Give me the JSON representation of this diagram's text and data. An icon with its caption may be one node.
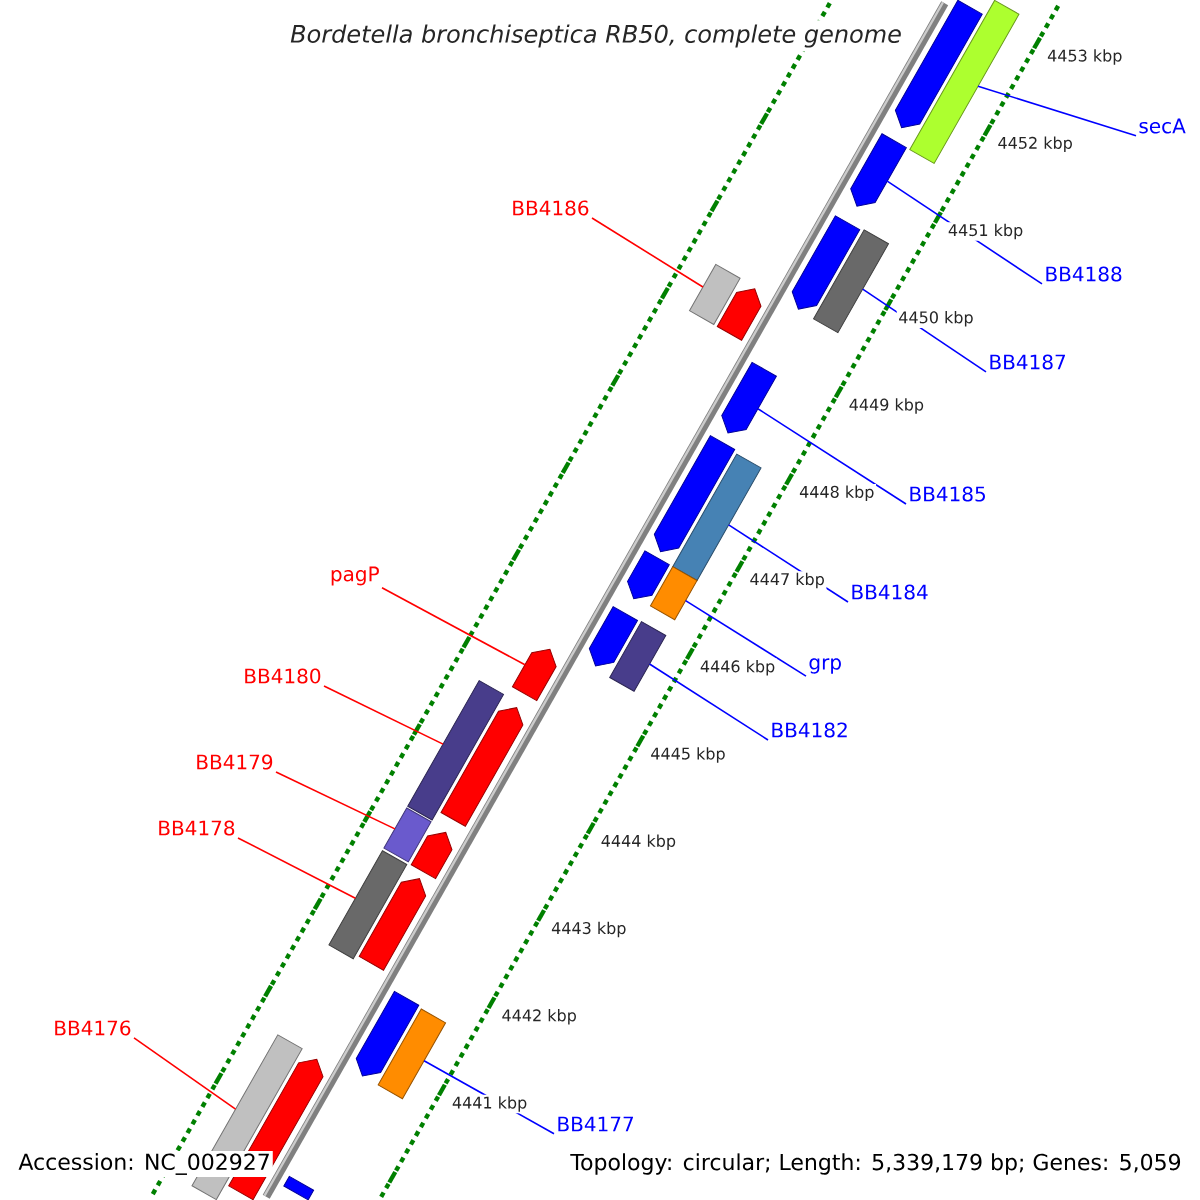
{
  "diagram": {
    "title": "Bordetella bronchiseptica RB50, complete genome",
    "nodes": [
      {
        "text": [
          "secA"
        ]
      },
      {
        "text": [
          "BB4186"
        ]
      },
      {
        "text": [
          "BB4188"
        ]
      },
      {
        "text": [
          "BB4187"
        ]
      },
      {
        "text": [
          "BB4185"
        ]
      },
      {
        "text": [
          "pagP"
        ]
      },
      {
        "text": [
          "BB4184"
        ]
      },
      {
        "text": [
          "grp"
        ]
      },
      {
        "text": [
          "BB4180"
        ]
      },
      {
        "text": [
          "BB4182"
        ]
      },
      {
        "text": [
          "BB4179"
        ]
      },
      {
        "text": [
          "BB4178"
        ]
      },
      {
        "text": [
          "BB4176"
        ]
      },
      {
        "text": [
          "BB4177"
        ]
      },
      {
        "text": [],
        "shape": "bar"
      },
      {
        "text": [],
        "shape": "bar"
      },
      {
        "text": [],
        "shape": "pentagon"
      },
      {
        "text": [],
        "shape": "bar"
      },
      {
        "text": [],
        "shape": "pentagon"
      },
      {
        "text": [],
        "shape": "pentagon"
      },
      {
        "text": [],
        "shape": "bar"
      },
      {
        "text": [],
        "shape": "bar"
      },
      {
        "text": [],
        "shape": "bar"
      },
      {
        "text": [],
        "shape": "bar"
      },
      {
        "text": [],
        "shape": "bar"
      },
      {
        "text": [],
        "shape": "bar"
      },
      {
        "text": [],
        "shape": "bar"
      },
      {
        "text": [],
        "shape": "bar"
      }
    ],
    "edges": [
      {
        "from": 0,
        "to": 14,
        "arrow": "none"
      },
      {
        "from": 1,
        "to": 15,
        "arrow": "none",
        "color": "#ff0000"
      },
      {
        "from": 2,
        "to": 16,
        "arrow": "none"
      },
      {
        "from": 3,
        "to": 17,
        "arrow": "none"
      },
      {
        "from": 4,
        "to": 18,
        "arrow": "none"
      },
      {
        "from": 5,
        "to": 19,
        "arrow": "none",
        "color": "#ff0000"
      },
      {
        "from": 6,
        "to": 20,
        "arrow": "none"
      },
      {
        "from": 7,
        "to": 21,
        "arrow": "none"
      },
      {
        "from": 8,
        "to": 22,
        "arrow": "none",
        "color": "#ff0000"
      },
      {
        "from": 9,
        "to": 23,
        "arrow": "none"
      },
      {
        "from": 10,
        "to": 24,
        "arrow": "none",
        "color": "#ff0000"
      },
      {
        "from": 11,
        "to": 25,
        "arrow": "none",
        "color": "#ff0000"
      },
      {
        "from": 12,
        "to": 26,
        "arrow": "none",
        "color": "#ff0000"
      },
      {
        "from": 13,
        "to": 27,
        "arrow": "none"
      }
    ],
    "labels": [
      "4453 kbp",
      "4452 kbp",
      "4451 kbp",
      "4450 kbp",
      "4449 kbp",
      "4448 kbp",
      "4447 kbp",
      "4446 kbp",
      "4445 kbp",
      "4444 kbp",
      "4443 kbp",
      "4442 kbp",
      "4441 kbp",
      "Accession: NC_002927",
      "Topology: circular; Length: 5,339,179 bp; Genes: 5,059"
    ]
  }
}
